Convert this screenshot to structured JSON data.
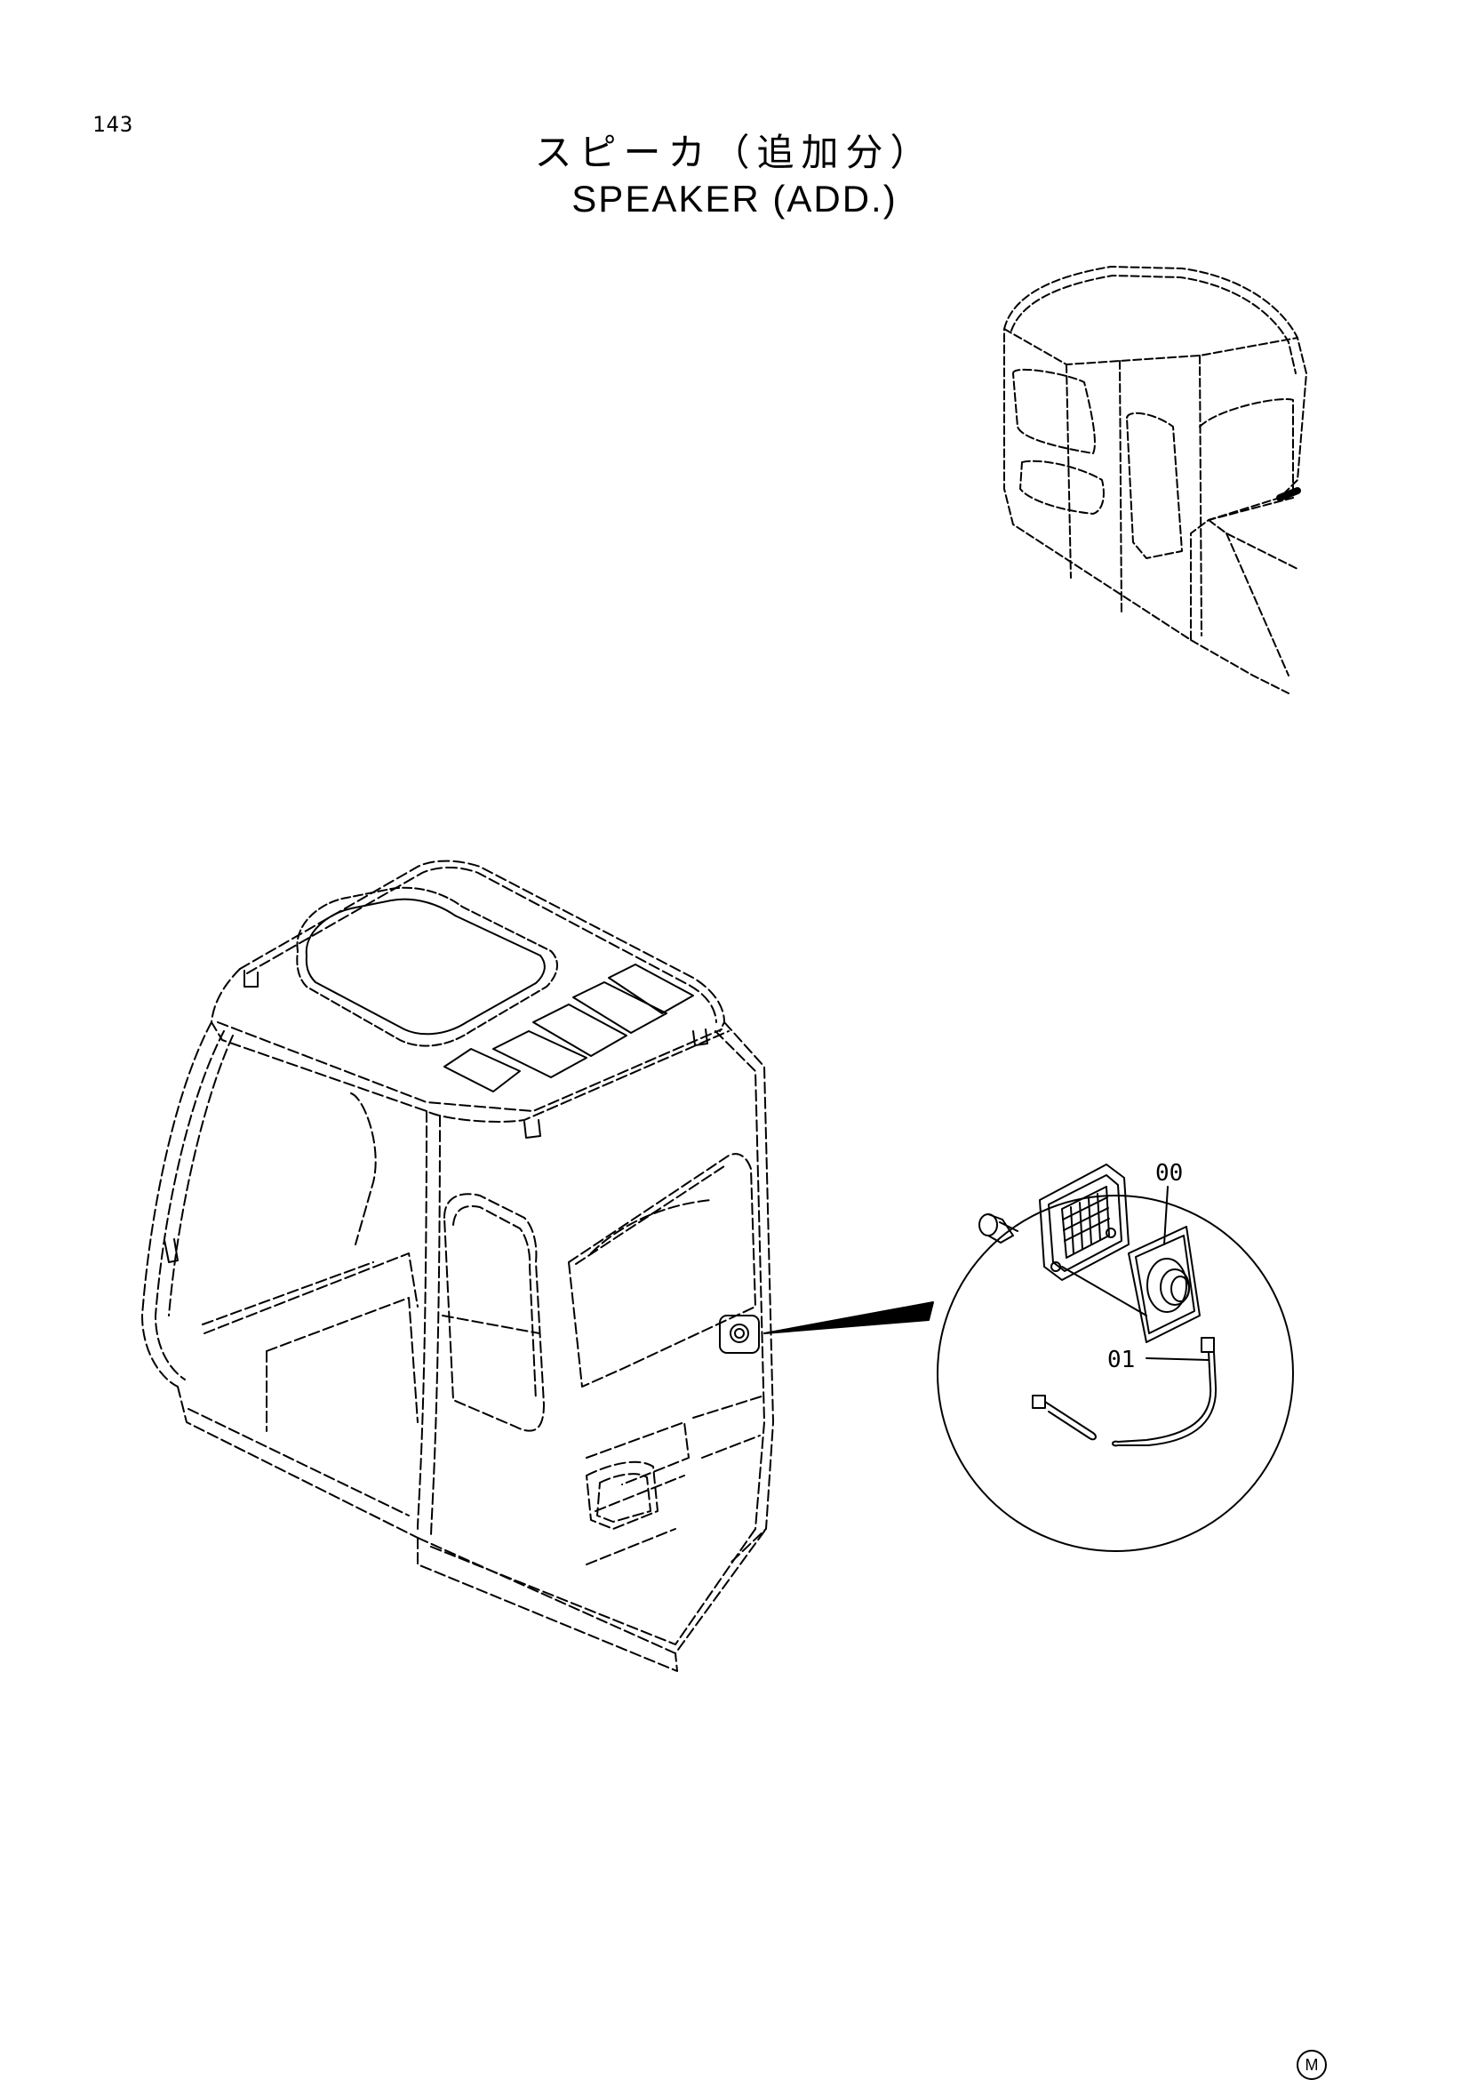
{
  "page_number": "143",
  "title_jp": "スピーカ（追加分）",
  "title_en": "SPEAKER (ADD.)",
  "callouts": {
    "speaker": "00",
    "harness": "01"
  },
  "mark": "M"
}
